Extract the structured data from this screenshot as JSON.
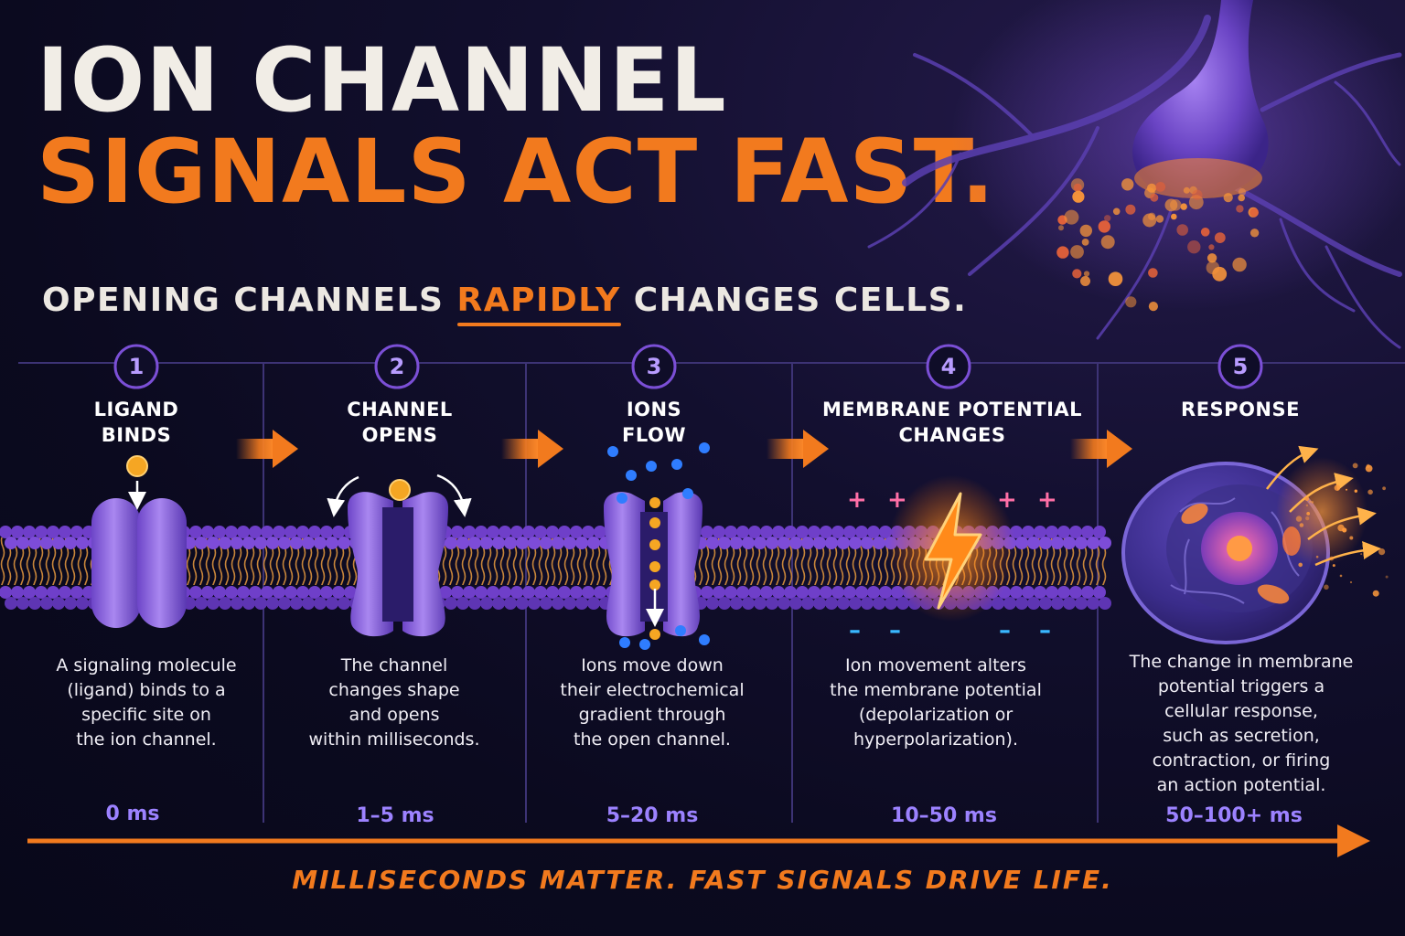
{
  "title": {
    "line1": "ION CHANNEL",
    "line2": "SIGNALS ACT FAST."
  },
  "subtitle": {
    "before": "OPENING CHANNELS",
    "highlight": "RAPIDLY",
    "after": "CHANGES CELLS."
  },
  "steps": [
    {
      "number": "1",
      "title": [
        "LIGAND",
        "BINDS"
      ],
      "description": [
        "A signaling molecule",
        "(ligand) binds to a",
        "specific site on",
        "the ion channel."
      ],
      "time": "0 ms"
    },
    {
      "number": "2",
      "title": [
        "CHANNEL",
        "OPENS"
      ],
      "description": [
        "The channel",
        "changes shape",
        "and opens",
        "within milliseconds."
      ],
      "time": "1–5 ms"
    },
    {
      "number": "3",
      "title": [
        "IONS",
        "FLOW"
      ],
      "description": [
        "Ions move down",
        "their electrochemical",
        "gradient through",
        "the open channel."
      ],
      "time": "5–20 ms"
    },
    {
      "number": "4",
      "title": [
        "MEMBRANE POTENTIAL",
        "CHANGES"
      ],
      "description": [
        "Ion movement alters",
        "the membrane potential",
        "(depolarization or",
        "hyperpolarization)."
      ],
      "time": "10–50 ms"
    },
    {
      "number": "5",
      "title": [
        "RESPONSE"
      ],
      "description": [
        "The change in membrane",
        "potential triggers a",
        "cellular response,",
        "such as secretion,",
        "contraction, or firing",
        "an action potential."
      ],
      "time": "50–100+ ms"
    }
  ],
  "charges": {
    "positive": "+",
    "negative": "–"
  },
  "footer": "MILLISECONDS MATTER. FAST SIGNALS DRIVE LIFE.",
  "colors": {
    "accent_orange": "#f27a1e",
    "title_white": "#f1ede6",
    "purple": "#7b4fd6",
    "membrane_head": "#6f3fc9",
    "time_purple": "#9c82ff",
    "ion_blue": "#2f7dff",
    "ion_gold": "#f5a623",
    "charge_pink": "#ff6fa6",
    "charge_blue": "#39b8ff"
  }
}
